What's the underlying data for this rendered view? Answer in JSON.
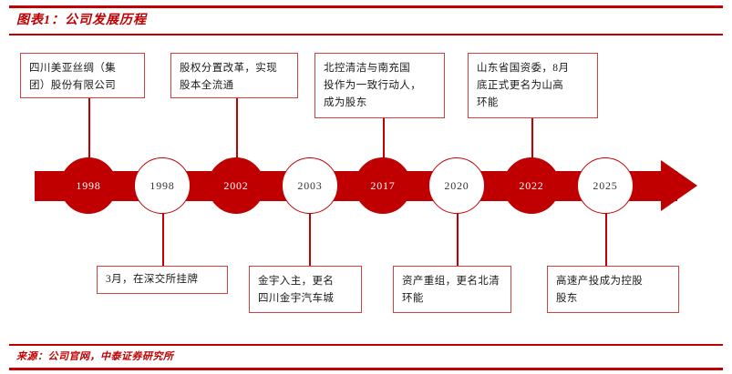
{
  "figure": {
    "title": "图表1：公司发展历程",
    "source": "来源：公司官网，中泰证券研究所",
    "accent_color": "#C00000",
    "box_border_color": "#D04040",
    "background_color": "#FFFFFF"
  },
  "chart_data": {
    "type": "timeline",
    "title": "图表1：公司发展历程",
    "orientation": "horizontal-arrow-right",
    "nodes": [
      {
        "year": "1998",
        "style": "filled",
        "label_side": "above",
        "event": "四川美亚丝绸（集团）股份有限公司"
      },
      {
        "year": "1998",
        "style": "hollow",
        "label_side": "below",
        "event": "3月，在深交所挂牌"
      },
      {
        "year": "2002",
        "style": "filled",
        "label_side": "above",
        "event": "股权分置改革，实现股本全流通"
      },
      {
        "year": "2003",
        "style": "hollow",
        "label_side": "below",
        "event": "金宇入主，更名四川金宇汽车城"
      },
      {
        "year": "2017",
        "style": "filled",
        "label_side": "above",
        "event": "北控清洁与南充国投作为一致行动人，成为股东"
      },
      {
        "year": "2020",
        "style": "hollow",
        "label_side": "below",
        "event": "资产重组，更名北清环能"
      },
      {
        "year": "2022",
        "style": "filled",
        "label_side": "above",
        "event": "山东省国资委，8月底正式更名为山高环能"
      },
      {
        "year": "2025",
        "style": "hollow",
        "label_side": "below",
        "event": "高速产投成为控股股东"
      }
    ]
  },
  "top_boxes": [
    {
      "line1": "四川美亚丝绸（集",
      "line2": "团）股份有限公司",
      "line3": ""
    },
    {
      "line1": "股权分置改革，实现",
      "line2": "股本全流通",
      "line3": ""
    },
    {
      "line1": "北控清洁与南充国",
      "line2": "投作为一致行动人，",
      "line3": "成为股东"
    },
    {
      "line1": "山东省国资委，8月",
      "line2": "底正式更名为山高",
      "line3": "环能"
    }
  ],
  "bottom_boxes": [
    {
      "line1": "3月，在深交所挂牌",
      "line2": "",
      "line3": ""
    },
    {
      "line1": "金宇入主，更名",
      "line2": "四川金宇汽车城",
      "line3": ""
    },
    {
      "line1": "资产重组，更名北清",
      "line2": "环能",
      "line3": ""
    },
    {
      "line1": "高速产投成为控股",
      "line2": "股东",
      "line3": ""
    }
  ],
  "timeline_years": [
    "1998",
    "1998",
    "2002",
    "2003",
    "2017",
    "2020",
    "2022",
    "2025"
  ]
}
